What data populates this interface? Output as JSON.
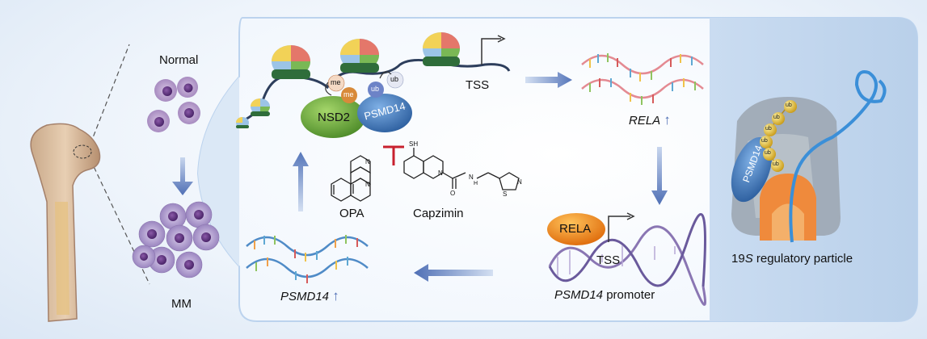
{
  "labels": {
    "normal": "Normal",
    "mm": "MM",
    "tss_top": "TSS",
    "rela_rna": "RELA",
    "me": "me",
    "ub": "ub",
    "nsd2": "NSD2",
    "psmd14_complex": "PSMD14",
    "opa": "OPA",
    "capzimin": "Capzimin",
    "sh": "SH",
    "rela_protein": "RELA",
    "tss_bottom": "TSS",
    "psmd14_rna": "PSMD14",
    "promoter_gene": "PSMD14",
    "promoter_word": "promoter",
    "particle_psmd14": "PSMD14",
    "particle_num": "19",
    "particle_s": "S",
    "particle_rest": "regulatory particle",
    "up_arrow": "↑",
    "n": "N",
    "o": "O",
    "h": "H",
    "s": "S"
  },
  "colors": {
    "panel_blue": "#cfe0f3",
    "arrow_blue": "#5c7cc0",
    "inhibit_red": "#c8202e",
    "nsd2_green": "#6aa83a",
    "psmd14_blue": "#3f72b5",
    "rela_orange": "#f08a1c",
    "ubiquitin_yellow": "#e2b32a"
  }
}
